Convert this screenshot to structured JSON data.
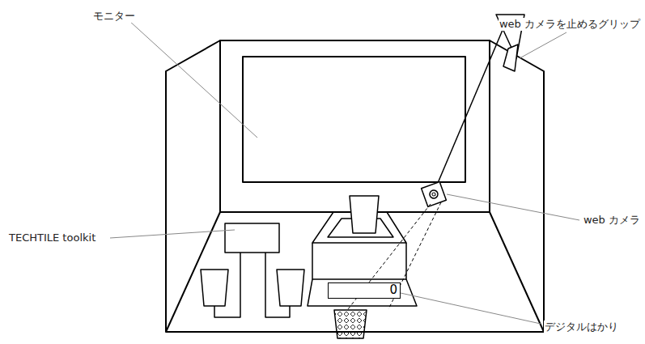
{
  "diagram": {
    "nodes": [
      {
        "text": [
          "0"
        ]
      }
    ],
    "labels": [
      "モニター",
      "web カメラを止めるグリップ",
      "web カメラ",
      "TECHTILE toolkit",
      "デジタルはかり"
    ]
  }
}
